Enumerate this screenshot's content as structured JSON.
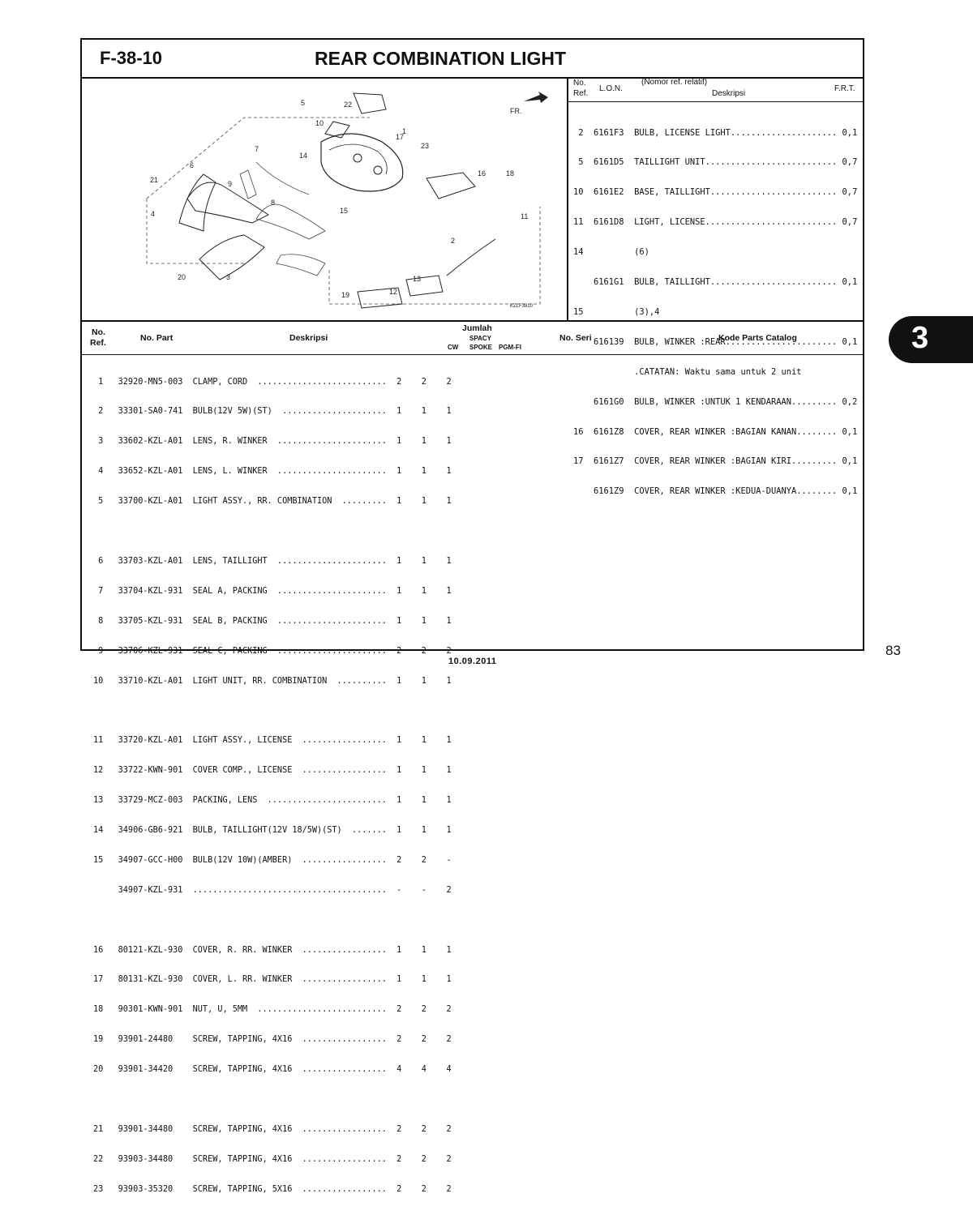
{
  "header": {
    "figure_code": "F-38-10",
    "title": "REAR COMBINATION LIGHT"
  },
  "diagram": {
    "code": "KZLF3810",
    "direction_label": "FR.",
    "callouts": [
      "1",
      "2",
      "3",
      "4",
      "5",
      "6",
      "7",
      "8",
      "9",
      "10",
      "11",
      "12",
      "13",
      "14",
      "15",
      "16",
      "17",
      "18",
      "19",
      "20",
      "21",
      "22",
      "23"
    ]
  },
  "frt_table": {
    "headers": {
      "no": "No.",
      "ref": "Ref.",
      "lon": "L.O.N.",
      "nomor": "(Nomor ref. relatif)",
      "deskripsi": "Deskripsi",
      "frt": "F.R.T."
    },
    "lines": [
      " 2  6161F3  BULB, LICENSE LIGHT..................... 0,1",
      " 5  6161D5  TAILLIGHT UNIT.......................... 0,7",
      "10  6161E2  BASE, TAILLIGHT......................... 0,7",
      "11  6161D8  LIGHT, LICENSE.......................... 0,7",
      "14          (6)",
      "    6161G1  BULB, TAILLIGHT......................... 0,1",
      "15          (3),4",
      "    616139  BULB, WINKER :REAR...................... 0,1",
      "            .CATATAN: Waktu sama untuk 2 unit",
      "    6161G0  BULB, WINKER :UNTUK 1 KENDARAAN......... 0,2",
      "16  6161Z8  COVER, REAR WINKER :BAGIAN KANAN........ 0,1",
      "17  6161Z7  COVER, REAR WINKER :BAGIAN KIRI......... 0,1",
      "    6161Z9  COVER, REAR WINKER :KEDUA-DUANYA........ 0,1"
    ]
  },
  "parts_table": {
    "headers": {
      "no": "No.",
      "ref": "Ref.",
      "part": "No. Part",
      "deskripsi": "Deskripsi",
      "jumlah": "Jumlah",
      "spacy": "SPACY",
      "cw": "CW",
      "spoke": "SPOKE",
      "pgmfi": "PGM-FI",
      "seri": "No. Seri",
      "catalog": "Kode Parts Catalog"
    },
    "lines": [
      " 1   32920-MN5-003  CLAMP, CORD  ..........................  2    2    2",
      " 2   33301-SA0-741  BULB(12V 5W)(ST)  .....................  1    1    1",
      " 3   33602-KZL-A01  LENS, R. WINKER  ......................  1    1    1",
      " 4   33652-KZL-A01  LENS, L. WINKER  ......................  1    1    1",
      " 5   33700-KZL-A01  LIGHT ASSY., RR. COMBINATION  .........  1    1    1",
      "",
      " 6   33703-KZL-A01  LENS, TAILLIGHT  ......................  1    1    1",
      " 7   33704-KZL-931  SEAL A, PACKING  ......................  1    1    1",
      " 8   33705-KZL-931  SEAL B, PACKING  ......................  1    1    1",
      " 9   33706-KZL-931  SEAL C, PACKING  ......................  2    2    2",
      "10   33710-KZL-A01  LIGHT UNIT, RR. COMBINATION  ..........  1    1    1",
      "",
      "11   33720-KZL-A01  LIGHT ASSY., LICENSE  .................  1    1    1",
      "12   33722-KWN-901  COVER COMP., LICENSE  .................  1    1    1",
      "13   33729-MCZ-003  PACKING, LENS  ........................  1    1    1",
      "14   34906-GB6-921  BULB, TAILLIGHT(12V 18/5W)(ST)  .......  1    1    1",
      "15   34907-GCC-H00  BULB(12V 10W)(AMBER)  .................  2    2    -",
      "     34907-KZL-931  .......................................  -    -    2",
      "",
      "16   80121-KZL-930  COVER, R. RR. WINKER  .................  1    1    1",
      "17   80131-KZL-930  COVER, L. RR. WINKER  .................  1    1    1",
      "18   90301-KWN-901  NUT, U, 5MM  ..........................  2    2    2",
      "19   93901-24480    SCREW, TAPPING, 4X16  .................  2    2    2",
      "20   93901-34420    SCREW, TAPPING, 4X16  .................  4    4    4",
      "",
      "21   93901-34480    SCREW, TAPPING, 4X16  .................  2    2    2",
      "22   93903-34480    SCREW, TAPPING, 4X16  .................  2    2    2",
      "23   93903-35320    SCREW, TAPPING, 5X16  .................  2    2    2"
    ]
  },
  "side_tab": "3",
  "page_number": "83",
  "date": "10.09.2011"
}
